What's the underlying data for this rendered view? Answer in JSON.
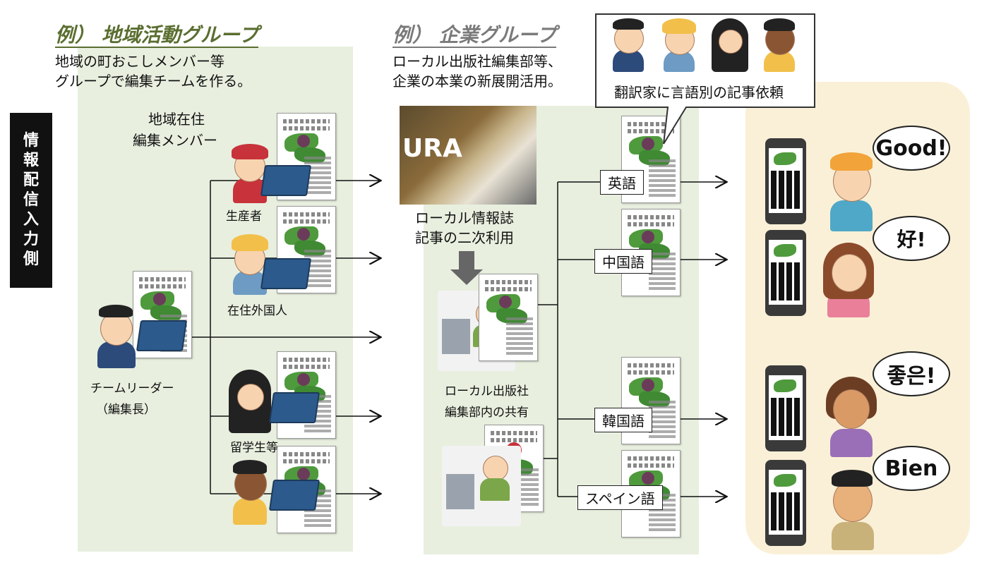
{
  "side_label": [
    "情",
    "報",
    "配",
    "信",
    "入",
    "力",
    "側"
  ],
  "community": {
    "heading": "例） 地域活動グループ",
    "desc_line1": "地域の町おこしメンバー等",
    "desc_line2": "グループで編集チームを作る。",
    "members_label_1": "地域在住",
    "members_label_2": "編集メンバー",
    "leader_label_1": "チームリーダー",
    "leader_label_2": "（編集長）",
    "member_roles": [
      "生産者",
      "在住外国人",
      "留学生等"
    ]
  },
  "company": {
    "heading": "例） 企業グループ",
    "desc_line1": "ローカル出版社編集部等、",
    "desc_line2": "企業の本業の新展開活用。",
    "magazine_text": "URA",
    "magazine_caption_1": "ローカル情報誌",
    "magazine_caption_2": "記事の二次利用",
    "office_caption_1": "ローカル出版社",
    "office_caption_2": "編集部内の共有"
  },
  "translators": {
    "callout": "翻訳家に言語別の記事依頼"
  },
  "languages": [
    "英語",
    "中国語",
    "韓国語",
    "スペイン語"
  ],
  "reactions": [
    "Good!",
    "好!",
    "좋은!",
    "Bien"
  ],
  "colors": {
    "community_panel": "#e8efdf",
    "company_panel": "#e8efdf",
    "reader_panel": "#faf0d7",
    "heading_green": "#5a6e30",
    "heading_gray": "#7a7a7a"
  }
}
